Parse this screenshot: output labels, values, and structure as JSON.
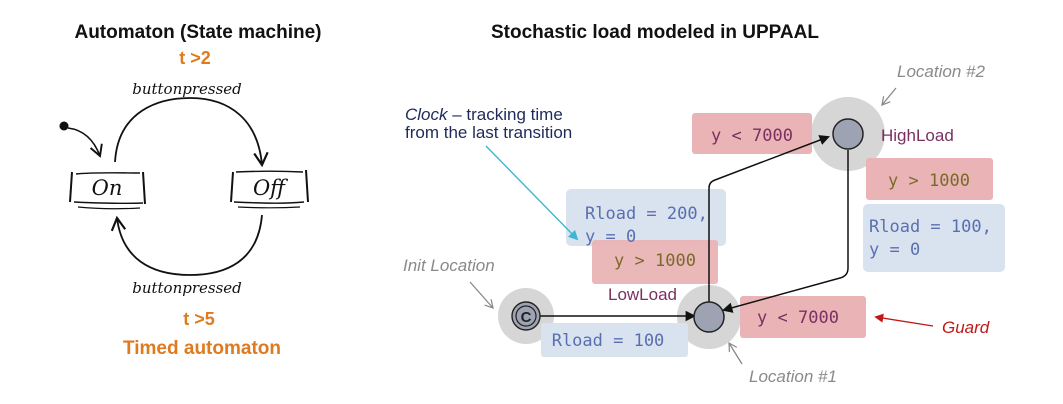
{
  "left": {
    "title": "Automaton (State machine)",
    "guard_top": "t >2",
    "guard_bottom": "t >5",
    "event_top": "buttonpressed",
    "event_bottom": "buttonpressed",
    "state_on": "On",
    "state_off": "Off",
    "footer": "Timed automaton"
  },
  "right": {
    "title": "Stochastic load modeled in UPPAAL",
    "clock_note_italic": "Clock",
    "clock_note_rest": " – tracking time",
    "clock_note_line2": "from the last transition",
    "location2_caption": "Location #2",
    "location1_caption": "Location #1",
    "init_caption": "Init Location",
    "guard_caption": "Guard",
    "highload_label": "HighLoad",
    "lowload_label": "LowLoad",
    "guard_high_stay": "y < 7000",
    "guard_high_to_low": "y > 1000",
    "update_high_to_low_line1": "Rload = 100,",
    "update_high_to_low_line2": "y = 0",
    "update_low_to_high_line1": "Rload = 200,",
    "update_low_to_high_line2": "y = 0",
    "guard_low_to_high": "y > 1000",
    "guard_low_stay": "y < 7000",
    "update_init": "Rload = 100"
  },
  "colors": {
    "orange": "#e07a1f",
    "guard_box": "#eab4b6",
    "update_box": "#d9e2ef",
    "guard_text": "#7a6a2a",
    "update_text": "#5a6fb0",
    "label_purple": "#7a3060",
    "caption_gray": "#8a8a8a",
    "cyan": "#3fb6d0",
    "red": "#c01818",
    "navy": "#1e2a5a"
  }
}
